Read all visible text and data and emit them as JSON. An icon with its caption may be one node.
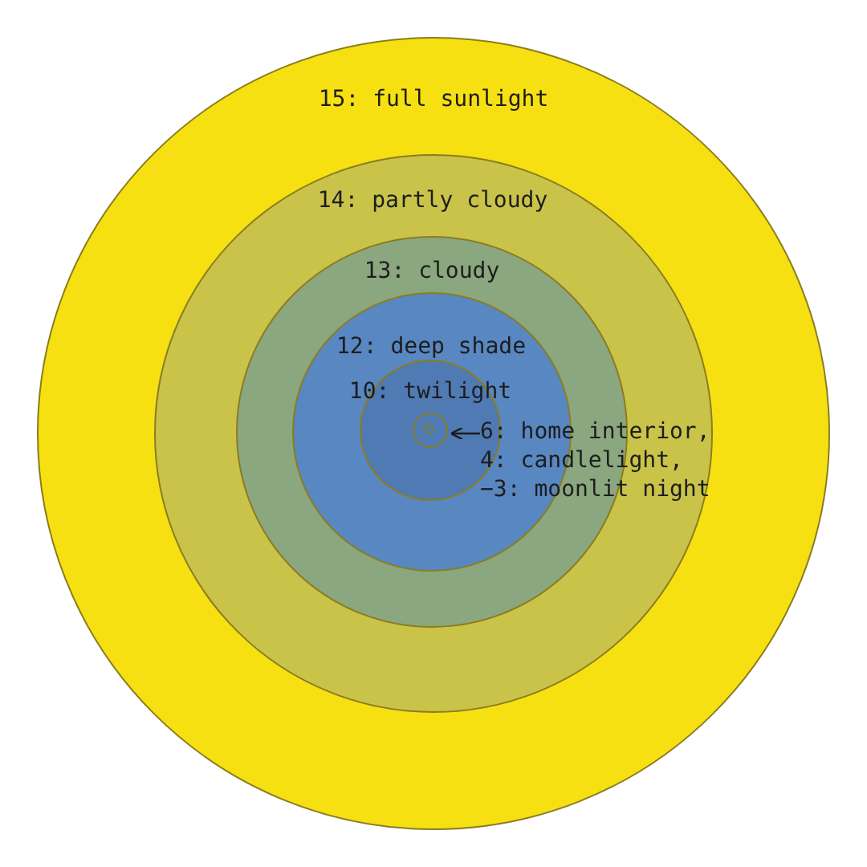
{
  "diagram": {
    "nodes": [
      {
        "text": [
          "15: full sunlight"
        ]
      },
      {
        "text": [
          "14: partly cloudy"
        ],
        "in": 0
      },
      {
        "text": [
          "13: cloudy"
        ],
        "in": 1
      },
      {
        "text": [
          "12: deep shade"
        ],
        "in": 2
      },
      {
        "text": [
          "10: twilight"
        ],
        "in": 3
      },
      {
        "text": [],
        "shape": "circle",
        "in": 4
      },
      {
        "text": [],
        "shape": "circle",
        "in": 5
      },
      {
        "text": [
          "6: home interior, 4: candlelight, −3: moonlit night"
        ],
        "in": 1
      }
    ],
    "edges": [
      {
        "from": 7,
        "to": 5,
        "arrow": "to"
      }
    ]
  }
}
